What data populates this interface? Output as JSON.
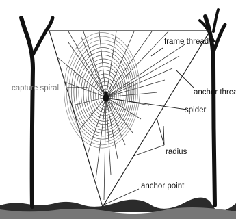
{
  "labels": {
    "frame_thread": "frame thread",
    "anchor_thread": "anchor threa",
    "capture_spiral": "capture spiral",
    "spider": "spider",
    "radius": "radius",
    "anchor_point": "anchor point"
  },
  "colors": {
    "ink": "#111111",
    "capture_spiral_label": "#7a7a7a",
    "ground": "#2b2b2b"
  }
}
